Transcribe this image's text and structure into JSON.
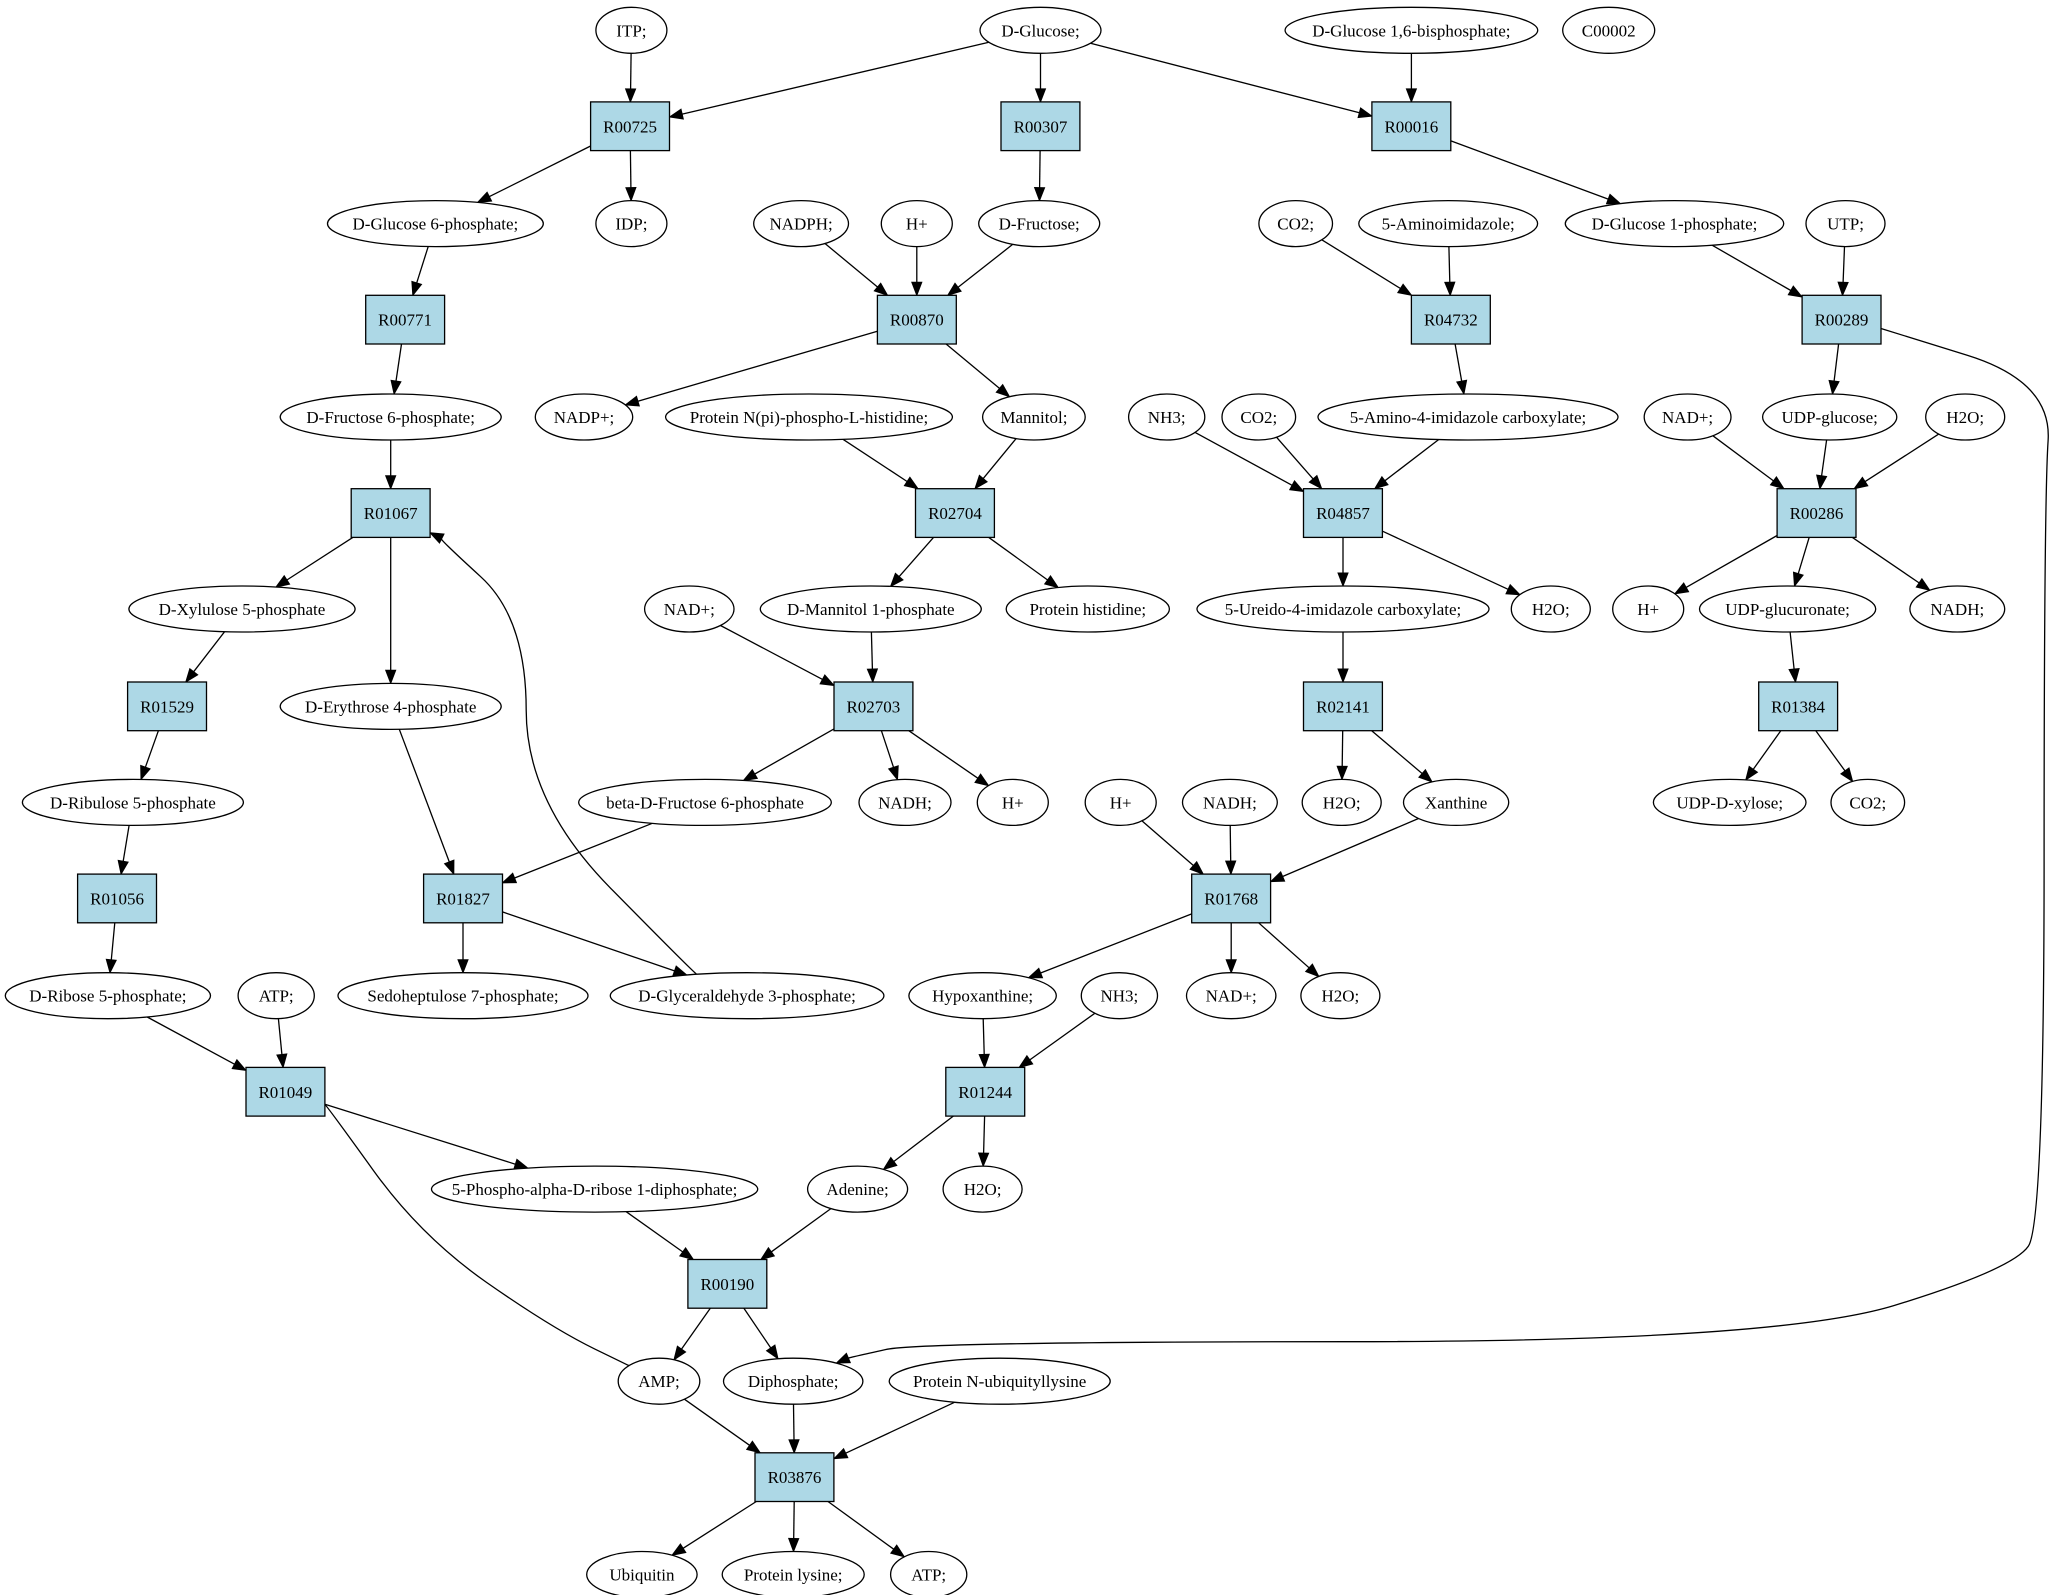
{
  "colors": {
    "reaction_fill": "#add8e6",
    "metabolite_fill": "#ffffff",
    "source_highlight": "#00ee00",
    "target_highlight": "#ffff00",
    "stroke": "#000000"
  },
  "metabolites": {
    "m_itp": "ITP;",
    "m_dglucose": "D-Glucose;",
    "m_glc16bp": "D-Glucose 1,6-bisphosphate;",
    "m_c00002": "C00002",
    "m_glc6p": "D-Glucose 6-phosphate;",
    "m_idp": "IDP;",
    "m_nadph_a": "NADPH;",
    "m_h_a": "H+",
    "m_dfructose": "D-Fructose;",
    "m_co2_a": "CO2;",
    "m_aminoimid": "5-Aminoimidazole;",
    "m_glc1p": "D-Glucose 1-phosphate;",
    "m_utp": "UTP;",
    "m_fru6p": "D-Fructose 6-phosphate;",
    "m_nadp": "NADP+;",
    "m_protnpi": "Protein N(pi)-phospho-L-histidine;",
    "m_mannitol": "Mannitol;",
    "m_nh3_a": "NH3;",
    "m_co2_b": "CO2;",
    "m_aicarb": "5-Amino-4-imidazole carboxylate;",
    "m_nad_a": "NAD+;",
    "m_udpglc": "UDP-glucose;",
    "m_h2o_a": "H2O;",
    "m_xyl5p": "D-Xylulose 5-phosphate",
    "m_nad_b": "NAD+;",
    "m_mannitol1p": "D-Mannitol 1-phosphate",
    "m_protHis": "Protein histidine;",
    "m_ureido": "5-Ureido-4-imidazole carboxylate;",
    "m_h2o_b": "H2O;",
    "m_h_b": "H+",
    "m_udpglcA": "UDP-glucuronate;",
    "m_nadh_a": "NADH;",
    "m_ery4p": "D-Erythrose 4-phosphate",
    "m_rib5p": "D-Ribulose 5-phosphate",
    "m_bfru6p": "beta-D-Fructose 6-phosphate",
    "m_nadh_b": "NADH;",
    "m_h_c": "H+",
    "m_h_d": "H+",
    "m_nadh_c": "NADH;",
    "m_h2o_c": "H2O;",
    "m_xanthine": "Xanthine",
    "m_udpxyl": "UDP-D-xylose;",
    "m_co2_c": "CO2;",
    "m_ribose5p": "D-Ribose 5-phosphate;",
    "m_atp_a": "ATP;",
    "m_sed7p": "Sedoheptulose 7-phosphate;",
    "m_ga3p": "D-Glyceraldehyde 3-phosphate;",
    "m_hypox": "Hypoxanthine;",
    "m_nh3_b": "NH3;",
    "m_nad_c": "NAD+;",
    "m_h2o_d": "H2O;",
    "m_prpp": "5-Phospho-alpha-D-ribose 1-diphosphate;",
    "m_adenine": "Adenine;",
    "m_h2o_e": "H2O;",
    "m_amp": "AMP;",
    "m_ppi": "Diphosphate;",
    "m_protNub": "Protein N-ubiquityllysine",
    "m_ubiquitin": "Ubiquitin",
    "m_protLys": "Protein lysine;",
    "m_atp_b": "ATP;"
  },
  "reactions": {
    "R00725": "R00725",
    "R00307": "R00307",
    "R00016": "R00016",
    "R00771": "R00771",
    "R00870": "R00870",
    "R04732": "R04732",
    "R00289": "R00289",
    "R01067": "R01067",
    "R02704": "R02704",
    "R04857": "R04857",
    "R00286": "R00286",
    "R01529": "R01529",
    "R02703": "R02703",
    "R02141": "R02141",
    "R01384": "R01384",
    "R01056": "R01056",
    "R01827": "R01827",
    "R01768": "R01768",
    "R01049": "R01049",
    "R01244": "R01244",
    "R00190": "R00190",
    "R03876": "R03876"
  },
  "edges": [
    [
      "m_itp",
      "R00725"
    ],
    [
      "m_dglucose",
      "R00725"
    ],
    [
      "m_dglucose",
      "R00307"
    ],
    [
      "m_dglucose",
      "R00016"
    ],
    [
      "m_glc16bp",
      "R00016"
    ],
    [
      "R00725",
      "m_glc6p"
    ],
    [
      "R00725",
      "m_idp"
    ],
    [
      "R00307",
      "m_dfructose"
    ],
    [
      "R00016",
      "m_glc1p"
    ],
    [
      "m_glc6p",
      "R00771"
    ],
    [
      "m_nadph_a",
      "R00870"
    ],
    [
      "m_h_a",
      "R00870"
    ],
    [
      "m_dfructose",
      "R00870"
    ],
    [
      "m_co2_a",
      "R04732"
    ],
    [
      "m_aminoimid",
      "R04732"
    ],
    [
      "m_glc1p",
      "R00289"
    ],
    [
      "m_utp",
      "R00289"
    ],
    [
      "R00771",
      "m_fru6p"
    ],
    [
      "R00870",
      "m_nadp"
    ],
    [
      "R00870",
      "m_mannitol"
    ],
    [
      "R04732",
      "m_aicarb"
    ],
    [
      "R00289",
      "m_udpglc"
    ],
    [
      "m_fru6p",
      "R01067"
    ],
    [
      "m_protnpi",
      "R02704"
    ],
    [
      "m_mannitol",
      "R02704"
    ],
    [
      "m_nh3_a",
      "R04857"
    ],
    [
      "m_co2_b",
      "R04857"
    ],
    [
      "m_aicarb",
      "R04857"
    ],
    [
      "m_nad_a",
      "R00286"
    ],
    [
      "m_udpglc",
      "R00286"
    ],
    [
      "m_h2o_a",
      "R00286"
    ],
    [
      "R01067",
      "m_xyl5p"
    ],
    [
      "R01067",
      "m_ery4p"
    ],
    [
      "R02704",
      "m_mannitol1p"
    ],
    [
      "R02704",
      "m_protHis"
    ],
    [
      "R04857",
      "m_ureido"
    ],
    [
      "R04857",
      "m_h2o_b"
    ],
    [
      "R00286",
      "m_h_b"
    ],
    [
      "R00286",
      "m_udpglcA"
    ],
    [
      "R00286",
      "m_nadh_a"
    ],
    [
      "m_xyl5p",
      "R01529"
    ],
    [
      "m_nad_b",
      "R02703"
    ],
    [
      "m_mannitol1p",
      "R02703"
    ],
    [
      "m_ureido",
      "R02141"
    ],
    [
      "m_udpglcA",
      "R01384"
    ],
    [
      "R01529",
      "m_rib5p"
    ],
    [
      "R02703",
      "m_bfru6p"
    ],
    [
      "R02703",
      "m_nadh_b"
    ],
    [
      "R02703",
      "m_h_c"
    ],
    [
      "R02141",
      "m_h2o_c"
    ],
    [
      "R02141",
      "m_xanthine"
    ],
    [
      "R01384",
      "m_udpxyl"
    ],
    [
      "R01384",
      "m_co2_c"
    ],
    [
      "m_rib5p",
      "R01056"
    ],
    [
      "m_ery4p",
      "R01827"
    ],
    [
      "m_bfru6p",
      "R01827"
    ],
    [
      "m_h_d",
      "R01768"
    ],
    [
      "m_nadh_c",
      "R01768"
    ],
    [
      "m_xanthine",
      "R01768"
    ],
    [
      "R01056",
      "m_ribose5p"
    ],
    [
      "R01827",
      "m_sed7p"
    ],
    [
      "R01827",
      "m_ga3p"
    ],
    [
      "m_ga3p",
      "R01067"
    ],
    [
      "R01768",
      "m_hypox"
    ],
    [
      "R01768",
      "m_nad_c"
    ],
    [
      "R01768",
      "m_h2o_d"
    ],
    [
      "m_ribose5p",
      "R01049"
    ],
    [
      "m_atp_a",
      "R01049"
    ],
    [
      "m_hypox",
      "R01244"
    ],
    [
      "m_nh3_b",
      "R01244"
    ],
    [
      "R01049",
      "m_prpp"
    ],
    [
      "R01049",
      "m_amp"
    ],
    [
      "R01244",
      "m_adenine"
    ],
    [
      "R01244",
      "m_h2o_e"
    ],
    [
      "m_prpp",
      "R00190"
    ],
    [
      "m_adenine",
      "R00190"
    ],
    [
      "R00190",
      "m_amp"
    ],
    [
      "R00190",
      "m_ppi"
    ],
    [
      "R00289",
      "m_ppi"
    ],
    [
      "m_amp",
      "R03876"
    ],
    [
      "m_ppi",
      "R03876"
    ],
    [
      "m_protNub",
      "R03876"
    ],
    [
      "R03876",
      "m_ubiquitin"
    ],
    [
      "R03876",
      "m_protLys"
    ],
    [
      "R03876",
      "m_atp_b"
    ]
  ]
}
